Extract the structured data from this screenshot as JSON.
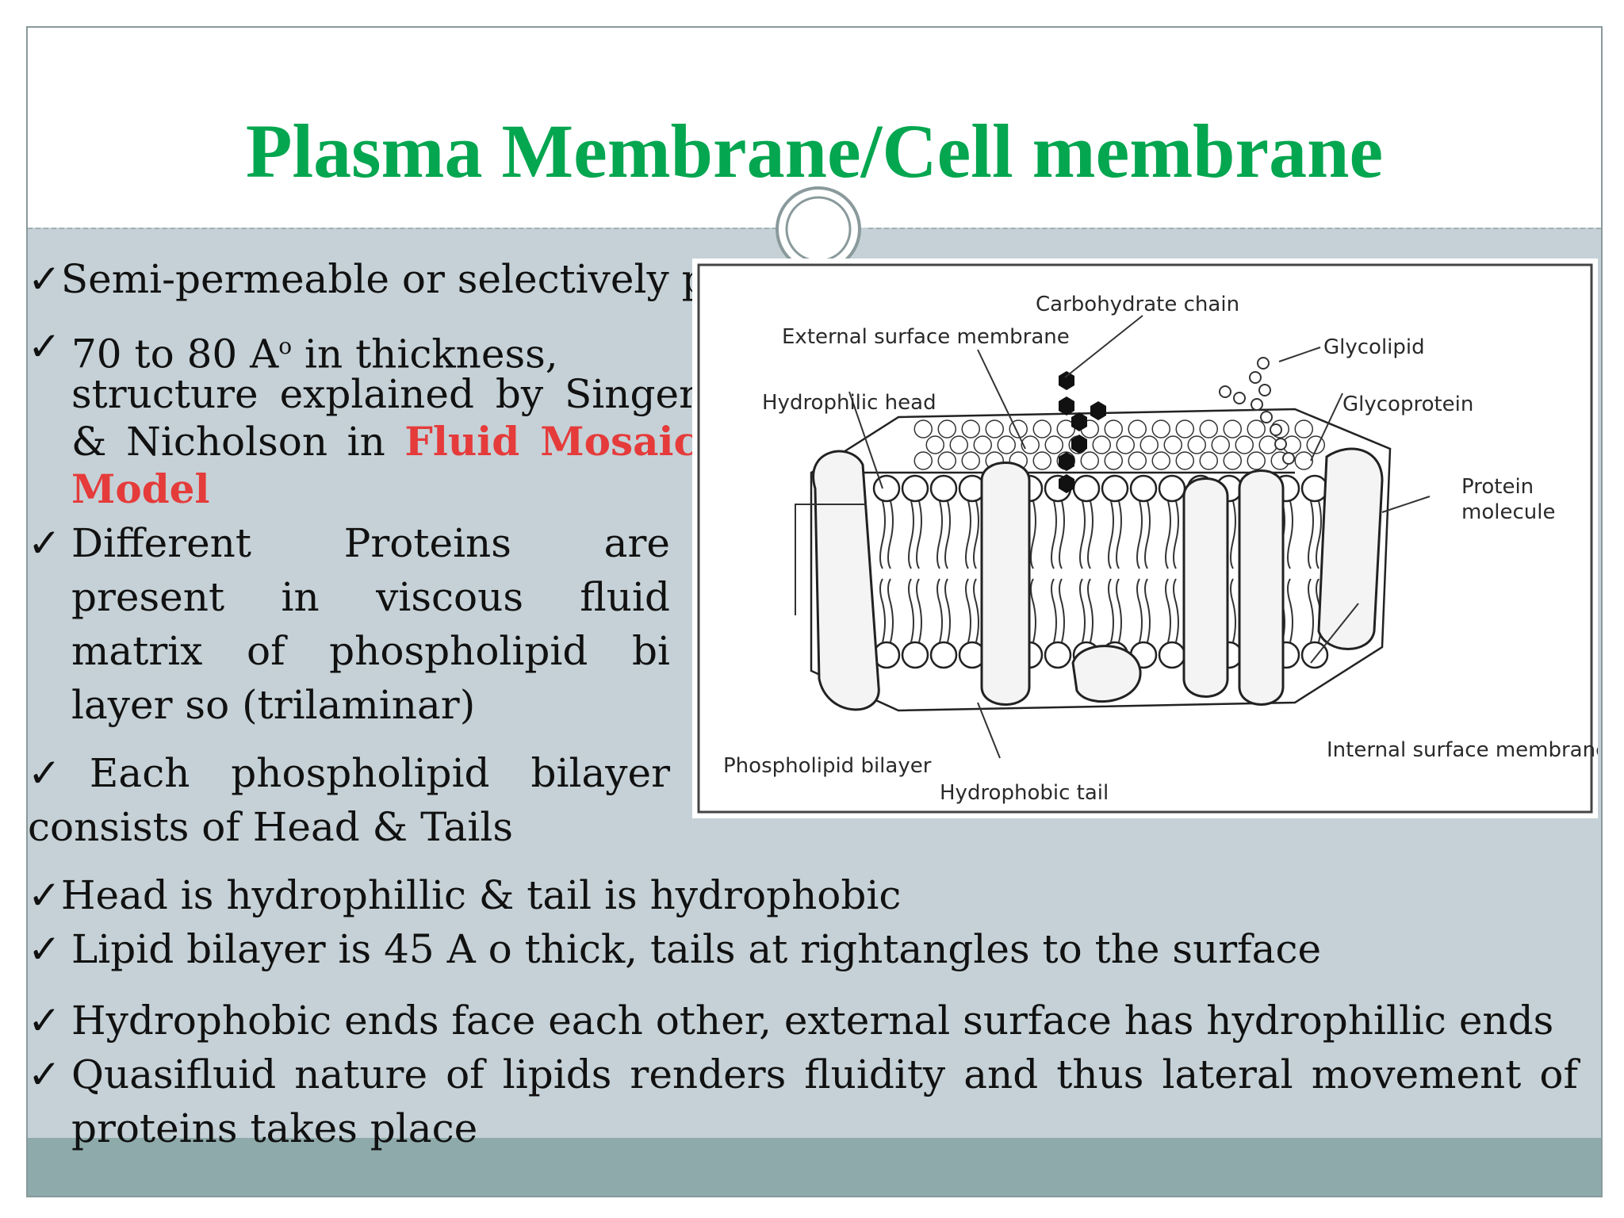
{
  "title": "Plasma Membrane/Cell membrane",
  "check_mark": "✓",
  "bullets": {
    "b1": "Semi-permeable or selectively permeable",
    "b2_l1": "70 to 80 A",
    "b2_sup": "o",
    "b2_l1_end": "in thickness,",
    "b2_l2": "structure explained by Singer",
    "b2_l3": "& Nicholson in",
    "b2_highlight_1": "Fluid Mosaic",
    "b2_highlight_2": "Model",
    "b3_l1_a": "Different",
    "b3_l1_b": "Proteins",
    "b3_l1_c": "are",
    "b3_l2": "present in viscous fluid",
    "b3_l3": "matrix of phospholipid bi",
    "b3_l4": "layer so (trilaminar)",
    "b4_l1": "Each phospholipid bilayer",
    "b4_l2": "consists of Head & Tails",
    "b5": "Head is hydrophillic & tail is hydrophobic",
    "b6": "Lipid bilayer is 45 A o thick, tails at rightangles to the surface",
    "b7": "Hydrophobic ends face each other, external surface has hydrophillic ends",
    "b8_l1": "Quasifluid nature of lipids renders fluidity and thus lateral movement of",
    "b8_l2": "proteins takes place"
  },
  "diagram_labels": {
    "carbohydrate_chain": "Carbohydrate chain",
    "external_surface": "External surface membrane",
    "glycolipid": "Glycolipid",
    "hydrophilic_head": "Hydrophilic head",
    "glycoprotein": "Glycoprotein",
    "protein_molecule_1": "Protein",
    "protein_molecule_2": "molecule",
    "phospholipid_bilayer": "Phospholipid bilayer",
    "hydrophobic_tail": "Hydrophobic tail",
    "internal_surface": "Internal surface membrane"
  },
  "colors": {
    "title": "#05a650",
    "highlight": "#e53b3b",
    "slide_bg": "#c5d1d6",
    "footer_band": "#8eaaab"
  }
}
